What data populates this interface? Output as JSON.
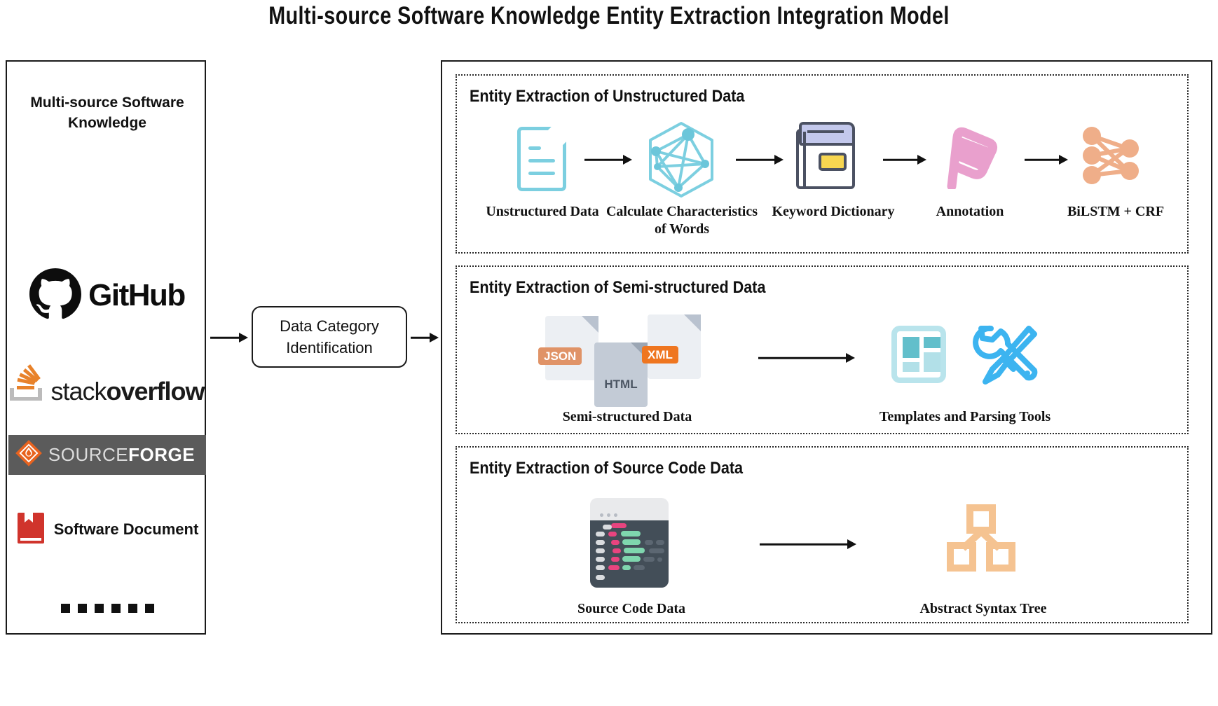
{
  "title": "Multi-source Software Knowledge Entity Extraction Integration Model",
  "colors": {
    "accent_blue": "#7ccfe0",
    "accent_teal": "#5fbccb",
    "accent_pink": "#e9a0cd",
    "accent_orange": "#efae89",
    "accent_bright_blue": "#3cb4f0",
    "code_dark": "#434e58",
    "ast_orange": "#f5c391",
    "github_black": "#0d0d0d",
    "stackoverflow_orange": "#e8822a",
    "sourceforge_gray": "#5b5b5b",
    "document_red": "#d0342c",
    "border_black": "#1a1a1a"
  },
  "left_panel": {
    "title": "Multi-source Software Knowledge",
    "sources": [
      {
        "name": "github",
        "label": "GitHub",
        "icon": "github-logo"
      },
      {
        "name": "stackoverflow",
        "label_light": "stack",
        "label_bold": "overflow",
        "icon": "stackoverflow-logo"
      },
      {
        "name": "sourceforge",
        "label_light": "SOURCE",
        "label_bold": "FORGE",
        "icon": "sourceforge-logo"
      },
      {
        "name": "software-document",
        "label": "Software Document",
        "icon": "red-book-icon"
      },
      {
        "name": "ellipsis",
        "label": "......",
        "icon": "ellipsis-dots",
        "dot_count": 6
      }
    ]
  },
  "middle": {
    "node_label": "Data Category Identification"
  },
  "right_panel": {
    "sections": [
      {
        "name": "unstructured",
        "title": "Entity Extraction of Unstructured Data",
        "steps": [
          {
            "caption": "Unstructured Data",
            "icon": "document-icon"
          },
          {
            "caption": "Calculate Characteristics of Words",
            "icon": "graph-network-icon"
          },
          {
            "caption": "Keyword Dictionary",
            "icon": "book-icon"
          },
          {
            "caption": "Annotation",
            "icon": "flag-icon"
          },
          {
            "caption": "BiLSTM + CRF",
            "icon": "neural-network-icon"
          }
        ],
        "arrow_count": 4
      },
      {
        "name": "semi-structured",
        "title": "Entity Extraction of Semi-structured Data",
        "steps": [
          {
            "caption": "Semi-structured Data",
            "icons": [
              "json-file-icon",
              "html-file-icon",
              "xml-file-icon"
            ],
            "file_labels": [
              "JSON",
              "HTML",
              "XML"
            ]
          },
          {
            "caption": "Templates and Parsing Tools",
            "icons": [
              "template-icon",
              "tools-icon"
            ]
          }
        ],
        "arrow_count": 1
      },
      {
        "name": "source-code",
        "title": "Entity Extraction of Source Code Data",
        "steps": [
          {
            "caption": "Source Code Data",
            "icon": "code-window-icon"
          },
          {
            "caption": "Abstract Syntax Tree",
            "icon": "tree-structure-icon"
          }
        ],
        "arrow_count": 1
      }
    ]
  }
}
